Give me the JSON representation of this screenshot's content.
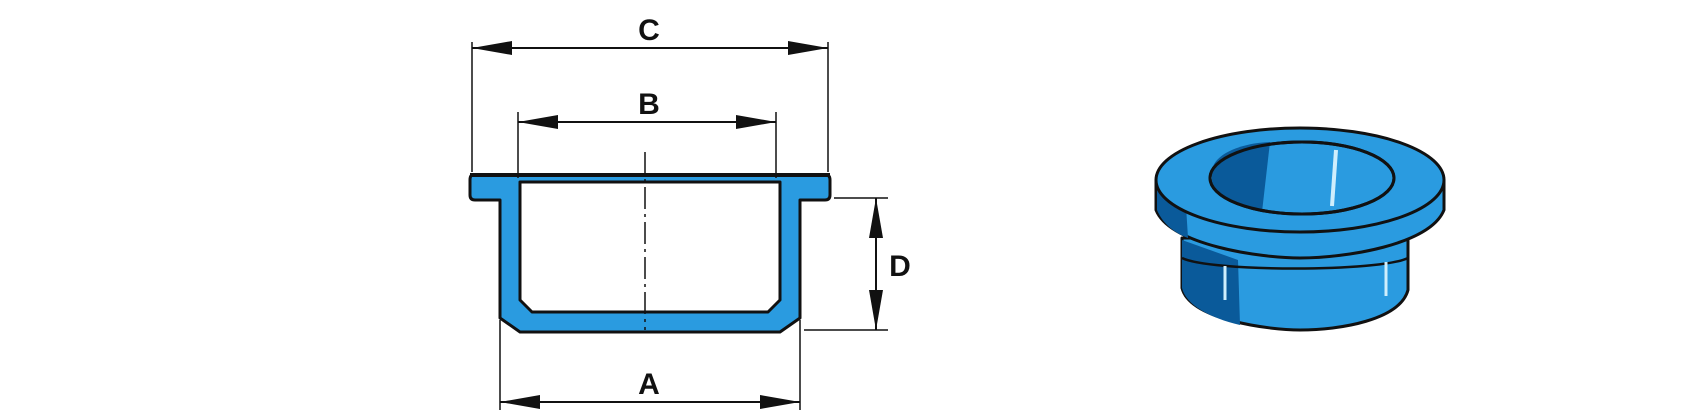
{
  "colors": {
    "part_fill": "#2a9be0",
    "part_dark": "#0a5a9a",
    "outline": "#111111",
    "background": "#ffffff",
    "highlight": "#cfeefc"
  },
  "dimensions": {
    "a": "A",
    "b": "B",
    "c": "C",
    "d": "D"
  }
}
